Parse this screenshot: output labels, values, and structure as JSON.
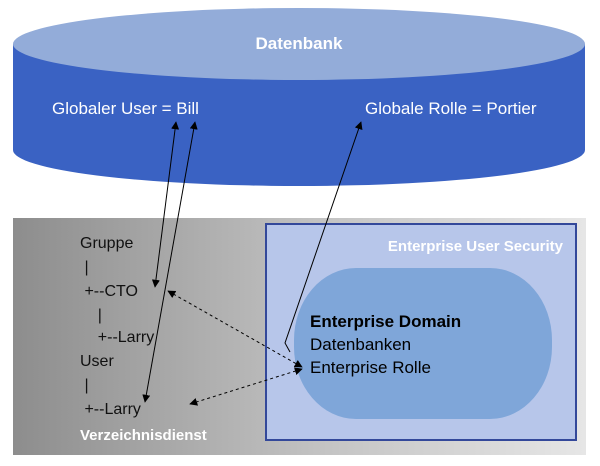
{
  "database": {
    "title": "Datenbank",
    "global_user": "Globaler User = Bill",
    "global_role": "Globale Rolle = Portier"
  },
  "directory": {
    "title": "Verzeichnisdienst",
    "tree": [
      "Gruppe",
      " |",
      " +--CTO",
      "    |",
      "    +--Larry",
      "User",
      " |",
      " +--Larry"
    ]
  },
  "eus": {
    "title": "Enterprise User Security",
    "domain_title": "Enterprise Domain",
    "domain_line1": "Datenbanken",
    "domain_line2": "Enterprise Rolle"
  },
  "colors": {
    "cylinder_body": "#3a62c3",
    "cylinder_top": "#93acd9",
    "directory_bg_dark": "#8f8f8f",
    "directory_bg_light": "#dedede",
    "eus_box": "#b7c6ea",
    "eus_border": "#33489a",
    "domain_blob": "#7fa6d9",
    "text_white": "#ffffff",
    "text_dark": "#000000"
  }
}
